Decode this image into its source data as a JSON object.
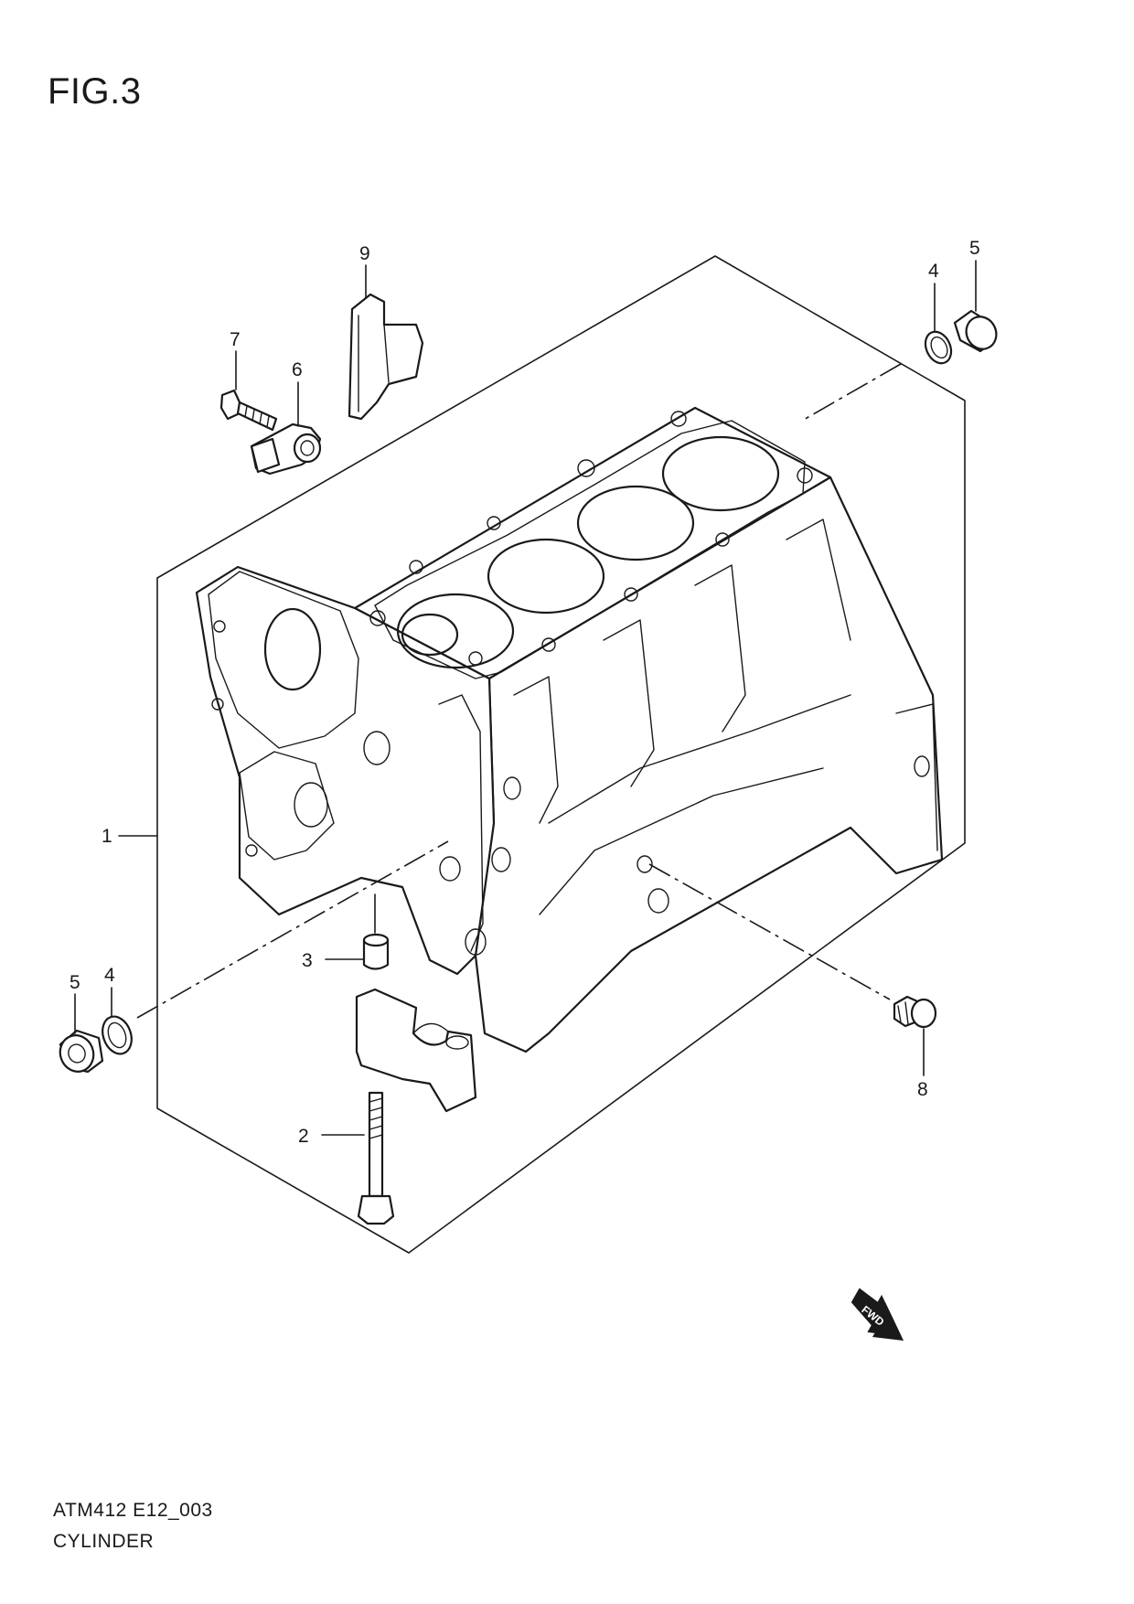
{
  "figure": {
    "title": "FIG.3"
  },
  "footer": {
    "code": "ATM412 E12_003",
    "name": "CYLINDER"
  },
  "direction_mark": {
    "label": "FWD"
  },
  "callouts": {
    "c1": "1",
    "c2": "2",
    "c3": "3",
    "c4_left": "4",
    "c4_right": "4",
    "c5_left": "5",
    "c5_right": "5",
    "c6": "6",
    "c7": "7",
    "c8": "8",
    "c9": "9"
  },
  "colors": {
    "line": "#1a1a1a",
    "background": "#ffffff"
  }
}
